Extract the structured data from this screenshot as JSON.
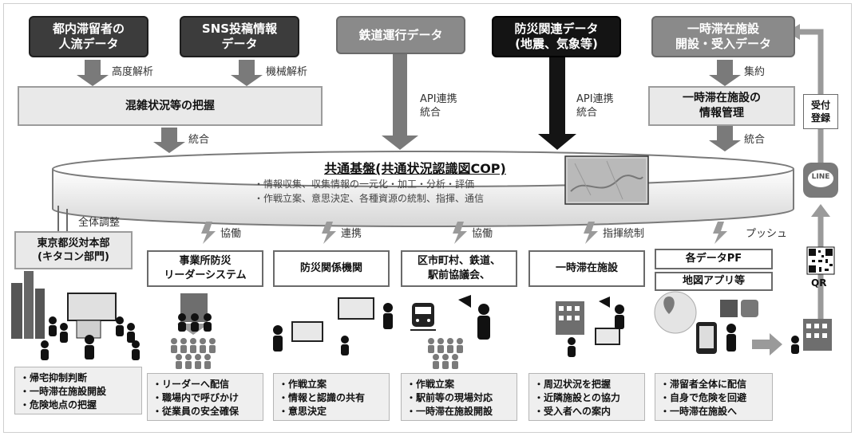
{
  "sources": {
    "people_flow": "都内滞留者の\n人流データ",
    "sns": "SNS投稿情報\nデータ",
    "railway": "鉄道運行データ",
    "disaster": "防災関連データ\n(地震、気象等)",
    "shelter_data": "一時滞在施設\n開設・受入データ"
  },
  "process_labels": {
    "advanced": "高度解析",
    "machine": "機械解析",
    "api1": "API連携\n統合",
    "api2": "API連携\n統合",
    "aggregate": "集約",
    "integrate_left": "統合",
    "integrate_right": "統合"
  },
  "congestion_box": "混雑状況等の把握",
  "shelter_mgmt_box": "一時滞在施設の\n情報管理",
  "reception_box": "受付\n登録",
  "line_label": "LINE",
  "qr_label": "QR",
  "cop": {
    "title": "共通基盤(共通状況認識図COP)",
    "line1": "・情報収集、収集情報の一元化・加工・分析・評価",
    "line2": "・作戦立案、意思決定、各種資源の統制、指揮、通信"
  },
  "overall_adjust": "全体調整",
  "hq": "東京都災対本部\n(キタコン部門)",
  "links": [
    "協働",
    "連携",
    "協働",
    "指揮統制",
    "プッシュ"
  ],
  "actors": {
    "leader_system": "事業所防災\nリーダーシステム",
    "agencies": "防災関係機関",
    "municipal": "区市町村、鉄道、\n駅前協議会、",
    "shelter": "一時滞在施設",
    "pf": "各データPF",
    "map_app": "地図アプリ等"
  },
  "bullets": {
    "hq": [
      "・帰宅抑制判断",
      "・一時滞在施設開設",
      "・危険地点の把握"
    ],
    "leader": [
      "・リーダーへ配信",
      "・職場内で呼びかけ",
      "・従業員の安全確保"
    ],
    "agencies": [
      "・作戦立案",
      "・情報と認識の共有",
      "・意思決定"
    ],
    "municipal": [
      "・作戦立案",
      "・駅前等の現場対応",
      "・一時滞在施設開設"
    ],
    "shelter": [
      "・周辺状況を把握",
      "・近隣施設との協力",
      "・受入者への案内"
    ],
    "pf": [
      "・滞留者全体に配信",
      "・自身で危険を回避",
      "・一時滞在施設へ"
    ]
  },
  "colors": {
    "dark_box": "#3c3c3c",
    "mid_box": "#8a8a8a",
    "arrow": "#7a7a7a",
    "light_fill": "#e9e9e9"
  }
}
